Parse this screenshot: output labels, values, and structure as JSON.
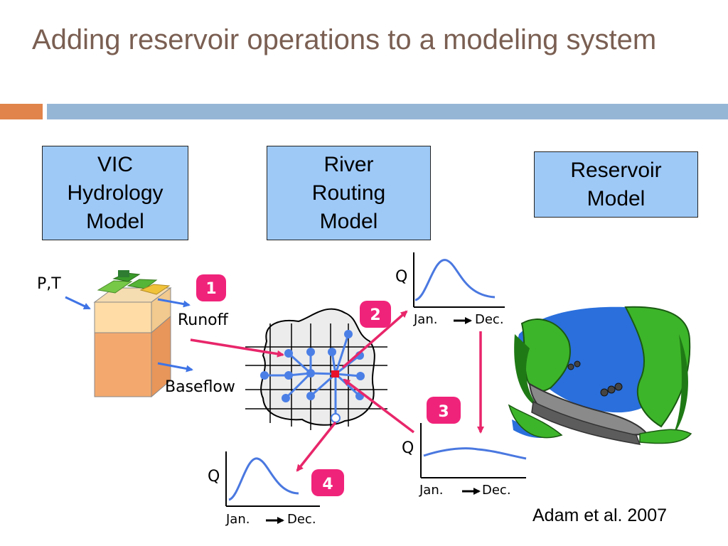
{
  "slide": {
    "title": "Adding reservoir operations to a modeling system",
    "citation": "Adam et al. 2007"
  },
  "models": {
    "vic": "VIC\nHydrology\nModel",
    "river": "River\nRouting\nModel",
    "reservoir": "Reservoir\nModel"
  },
  "diagram": {
    "input_label": "P,T",
    "runoff_label": "Runoff",
    "baseflow_label": "Baseflow",
    "steps": [
      "1",
      "2",
      "3",
      "4"
    ],
    "hydrograph": {
      "y_label": "Q",
      "x_start": "Jan.",
      "x_end": "Dec."
    }
  },
  "colors": {
    "arrow_pink": "#e8266a",
    "badge_pink": "#f0237a",
    "blue_arrow": "#3f74e6",
    "curve_blue": "#4a78e0",
    "node_blue": "#4b7fe6"
  }
}
